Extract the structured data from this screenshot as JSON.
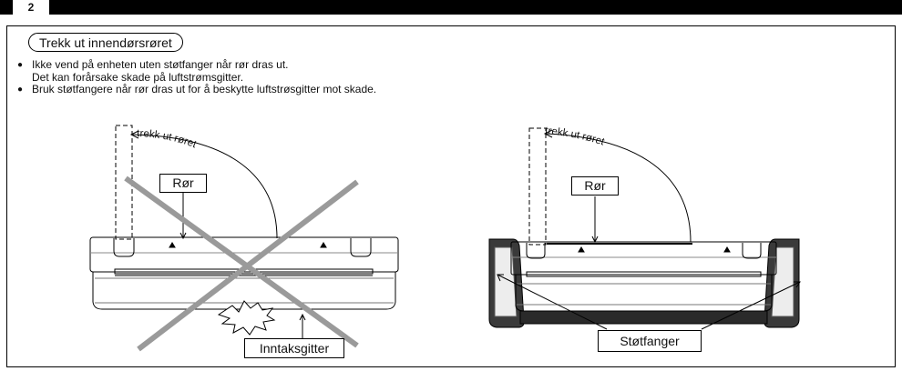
{
  "header": {
    "page_mark": "2"
  },
  "section": {
    "title": "Trekk ut innendørsrøret",
    "bullets": [
      {
        "lines": [
          "Ikke vend på enheten uten støtfanger når rør dras ut.",
          "Det kan forårsake skade på luftstrømsgitter."
        ]
      },
      {
        "lines": [
          "Bruk støtfangere når rør dras ut for å beskytte luftstrøsgitter mot skade."
        ]
      }
    ]
  },
  "figures": {
    "wrong": {
      "arc_text": "trekk ut røret",
      "pipe_label": "Rør",
      "intake_label": "Inntaksgitter",
      "crossed_out": true
    },
    "right": {
      "arc_text": "trekk ut røret",
      "pipe_label": "Rør",
      "bumper_label": "Støtfanger"
    }
  }
}
